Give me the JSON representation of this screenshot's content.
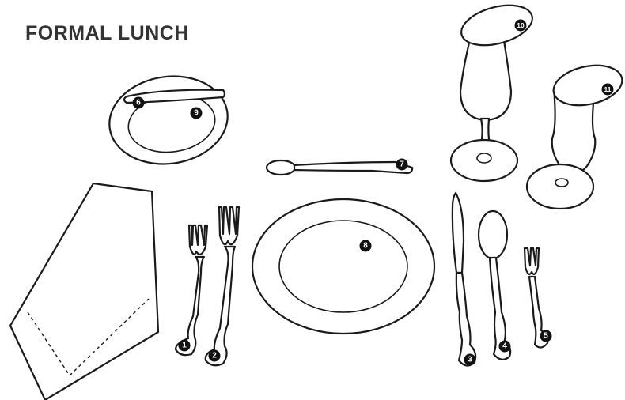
{
  "title": "FORMAL LUNCH",
  "markers": {
    "m1": "1",
    "m2": "2",
    "m3": "3",
    "m4": "4",
    "m5": "5",
    "m6": "6",
    "m7": "7",
    "m8": "8",
    "m9": "9",
    "m10": "10",
    "m11": "11"
  }
}
